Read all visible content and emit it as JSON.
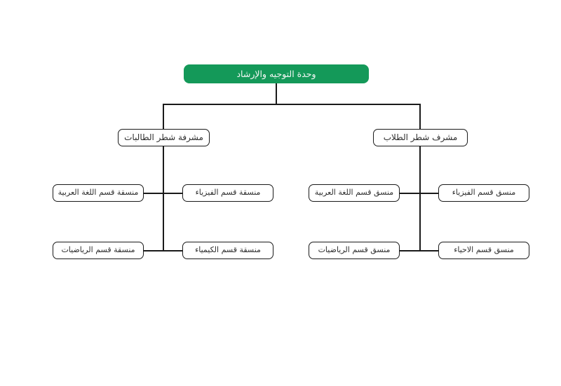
{
  "org_chart": {
    "title_node": {
      "label": "وحدة التوجيه والإرشاد"
    },
    "branches": {
      "female_section": {
        "supervisor": "مشرفة شطر الطالبات",
        "coordinators": [
          "منسقة قسم اللغة العربية",
          "منسقة قسم الفيزياء",
          "منسقة قسم الرياضيات",
          "منسقة قسم الكيمياء"
        ]
      },
      "male_section": {
        "supervisor": "مشرف شطر الطلاب",
        "coordinators": [
          "منسق قسم اللغة العربية",
          "منسق قسم الفيزياء",
          "منسق قسم الرياضيات",
          "منسق قسم الاحياء"
        ]
      }
    },
    "colors": {
      "root_fill": "#149959",
      "root_text": "#f4f7f5",
      "node_border": "#1a1a1a",
      "node_text": "#2d2d2d",
      "connector": "#1a1a1a",
      "background": "#ffffff"
    }
  }
}
